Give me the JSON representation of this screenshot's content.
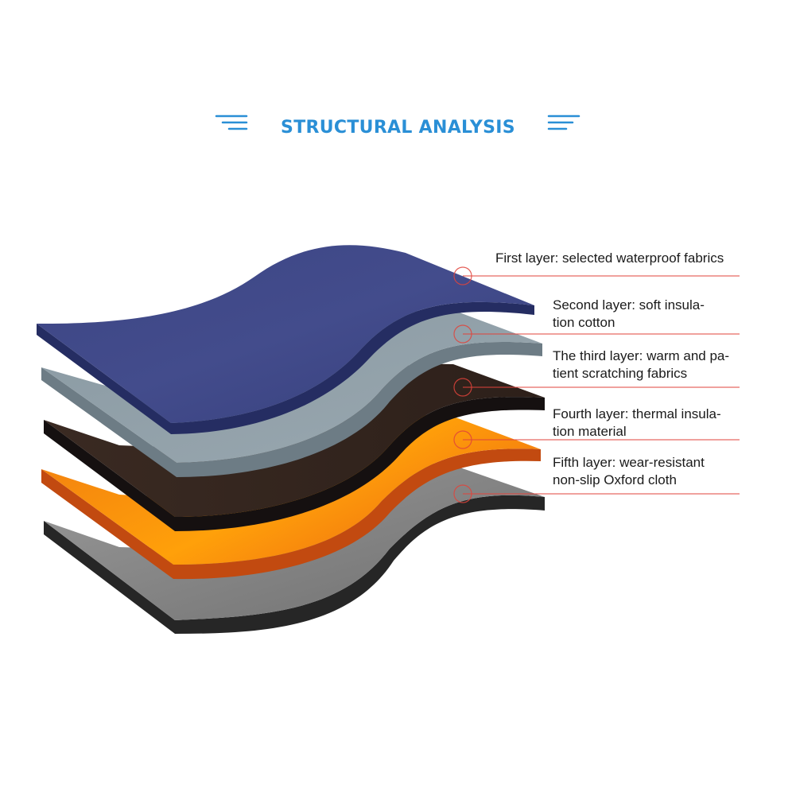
{
  "header": {
    "title": "STRUCTURAL ANALYSIS",
    "accent_color": "#2a8fd6",
    "left_icon": "lines-icon",
    "right_icon": "lines-icon"
  },
  "layers": [
    {
      "lines": [
        "First layer: selected waterproof fabrics"
      ]
    },
    {
      "lines": [
        "Second layer: soft insula-",
        "tion cotton"
      ]
    },
    {
      "lines": [
        "The third layer: warm and pa-",
        "tient scratching fabrics"
      ]
    },
    {
      "lines": [
        "Fourth layer: thermal insula-",
        "tion material"
      ]
    },
    {
      "lines": [
        "Fifth layer: wear-resistant",
        "non-slip Oxford cloth"
      ]
    }
  ],
  "colors": {
    "leader_line": "#e0433b",
    "layer1": "#3b4585",
    "layer2": "#8a9aa3",
    "layer3": "#3b2a22",
    "layer4": "#f08a10",
    "layer5": "#8e8e8e"
  }
}
